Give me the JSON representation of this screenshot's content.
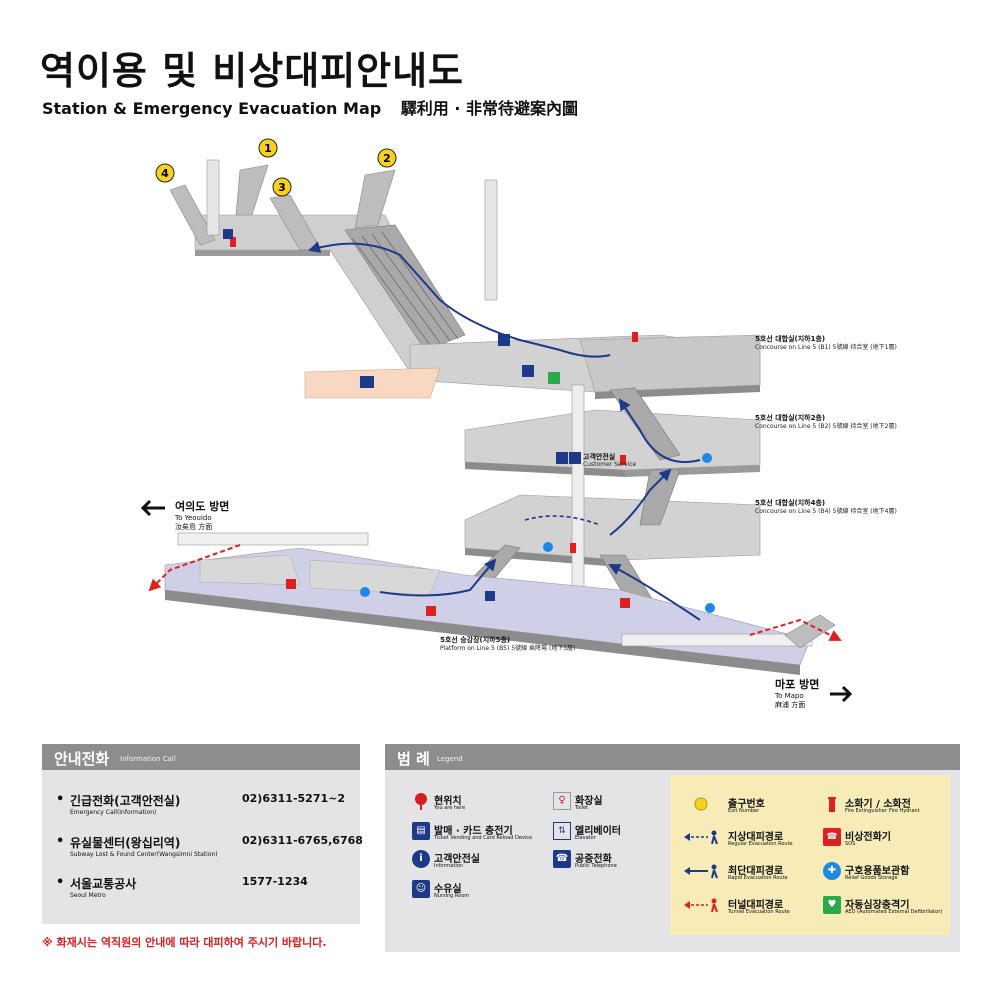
{
  "header": {
    "title": "역이용 및 비상대피안내도",
    "subtitle_en": "Station & Emergency Evacuation Map",
    "subtitle_cjk": "驛利用 · 非常待避案內圖"
  },
  "map": {
    "exits": [
      "1",
      "2",
      "3",
      "4"
    ],
    "levels": [
      {
        "ko": "5호선 대합실(지하1층)",
        "en": "Concourse on Line 5 (B1) 5號線 待合室 (地下1層)"
      },
      {
        "ko": "5호선 대합실(지하2층)",
        "en": "Concourse on Line 5 (B2) 5號線 待合室 (地下2層)"
      },
      {
        "ko": "5호선 대합실(지하4층)",
        "en": "Concourse on Line 5 (B4) 5號線 待合室 (地下4層)"
      },
      {
        "ko": "5호선 승강장(지하5층)",
        "en": "Platform on Line 5 (B5) 5號線 乘降場 (地下5層)"
      }
    ],
    "customer_service": {
      "ko": "고객안전실",
      "en": "Customer Service"
    },
    "directions": [
      {
        "ko": "여의도 방면",
        "en": "To Yeouido",
        "cjk": "汝矣島 方面"
      },
      {
        "ko": "마포 방면",
        "en": "To Mapo",
        "cjk": "麻浦 方面"
      }
    ]
  },
  "info_panel": {
    "title": "안내전화",
    "title_en": "Information Call",
    "items": [
      {
        "ko": "긴급전화(고객안전실)",
        "en": "Emergency Call(Information)",
        "number": "02)6311-5271~2"
      },
      {
        "ko": "유실물센터(왕십리역)",
        "en": "Subway Lost & Found Center(Wangsimni Station)",
        "number": "02)6311-6765,6768"
      },
      {
        "ko": "서울교통공사",
        "en": "Seoul Metro",
        "number": "1577-1234"
      }
    ],
    "notice": "※ 화재시는 역직원의 안내에 따라 대피하여 주시기 바랍니다."
  },
  "legend": {
    "title": "범 례",
    "title_en": "Legend",
    "items": [
      {
        "ko": "현위치",
        "en": "You are here",
        "icon": "location-pin-icon"
      },
      {
        "ko": "발매 · 카드 충전기",
        "en": "Ticket Vending and Card Reload Device",
        "icon": "ticket-machine-icon"
      },
      {
        "ko": "고객안전실",
        "en": "Information",
        "icon": "information-icon"
      },
      {
        "ko": "수유실",
        "en": "Nursing Room",
        "icon": "nursing-room-icon"
      },
      {
        "ko": "화장실",
        "en": "Toilet",
        "icon": "toilet-icon"
      },
      {
        "ko": "엘리베이터",
        "en": "Elevator",
        "icon": "elevator-icon"
      },
      {
        "ko": "공중전화",
        "en": "Public Telephone",
        "icon": "telephone-icon"
      },
      {
        "ko": "출구번호",
        "en": "Exit Number",
        "icon": "exit-number-icon"
      },
      {
        "ko": "지상대피경로",
        "en": "Regular Evacuation Route",
        "icon": "regular-route-icon"
      },
      {
        "ko": "최단대피경로",
        "en": "Rapid Evacuation Route",
        "icon": "rapid-route-icon"
      },
      {
        "ko": "터널대피경로",
        "en": "Tunnel Evacuation Route",
        "icon": "tunnel-route-icon"
      },
      {
        "ko": "소화기 / 소화전",
        "en": "Fire Extinguisher",
        "en2": "Fire Hydrant",
        "icon": "fire-extinguisher-icon"
      },
      {
        "ko": "비상전화기",
        "en": "SOS",
        "icon": "sos-phone-icon"
      },
      {
        "ko": "구호용품보관함",
        "en": "Relief Goods Storage",
        "icon": "relief-storage-icon"
      },
      {
        "ko": "자동심장충격기",
        "en": "AED (Automated External Defibrillator)",
        "icon": "aed-icon"
      }
    ]
  },
  "colors": {
    "route_blue": "#1d3a8a",
    "route_red": "#e02020",
    "exit_yellow": "#f7d11e",
    "panel_gray": "#e4e4e6",
    "panel_head": "#8d8d90",
    "legend_yellow": "#f7ebb7",
    "platform_lilac": "#c9c9e6",
    "toilet_area": "#f8d8c0"
  }
}
